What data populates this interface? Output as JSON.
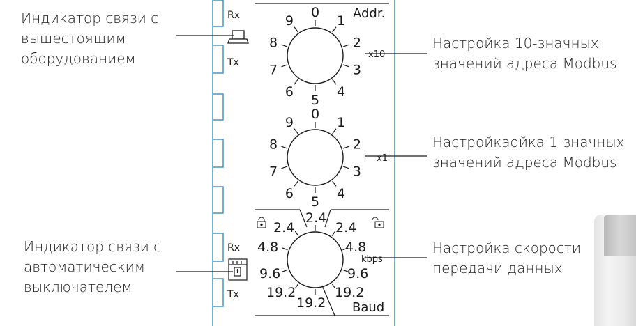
{
  "callouts": {
    "upstream_link": [
      "Индикатор связи с",
      "вышестоящим",
      "оборудованием"
    ],
    "breaker_link": [
      "Индикатор связи с",
      "автоматическим",
      "выключателем"
    ],
    "tens_setting": [
      "Настройка 10-значных",
      "значений адреса Modbus"
    ],
    "ones_setting": [
      "Настройкаойка 1-значных",
      "значений адреса Modbus"
    ],
    "baud_setting": [
      "Настройка скорости",
      "передачи данных"
    ]
  },
  "indicators": {
    "rx_top": "Rx",
    "tx_top": "Tx",
    "rx_bottom": "Rx",
    "tx_bottom": "Tx"
  },
  "address_header": "Addr.",
  "tens_dial": {
    "digits": [
      "0",
      "1",
      "2",
      "3",
      "4",
      "5",
      "6",
      "7",
      "8",
      "9"
    ],
    "multiplier": "x10"
  },
  "ones_dial": {
    "digits": [
      "0",
      "1",
      "2",
      "3",
      "4",
      "5",
      "6",
      "7",
      "8",
      "9"
    ],
    "multiplier": "x1"
  },
  "baud_dial": {
    "top": "2.4",
    "left_labels": [
      "2.4",
      "4.8",
      "9.6",
      "19.2"
    ],
    "right_labels": [
      "2.4",
      "4.8",
      "9.6",
      "19.2"
    ],
    "bottom": "19.2",
    "unit": "kbps",
    "footer": "Baud"
  },
  "colors": {
    "panel_outline": "#4a95b8",
    "ink": "#1a1a1a"
  }
}
